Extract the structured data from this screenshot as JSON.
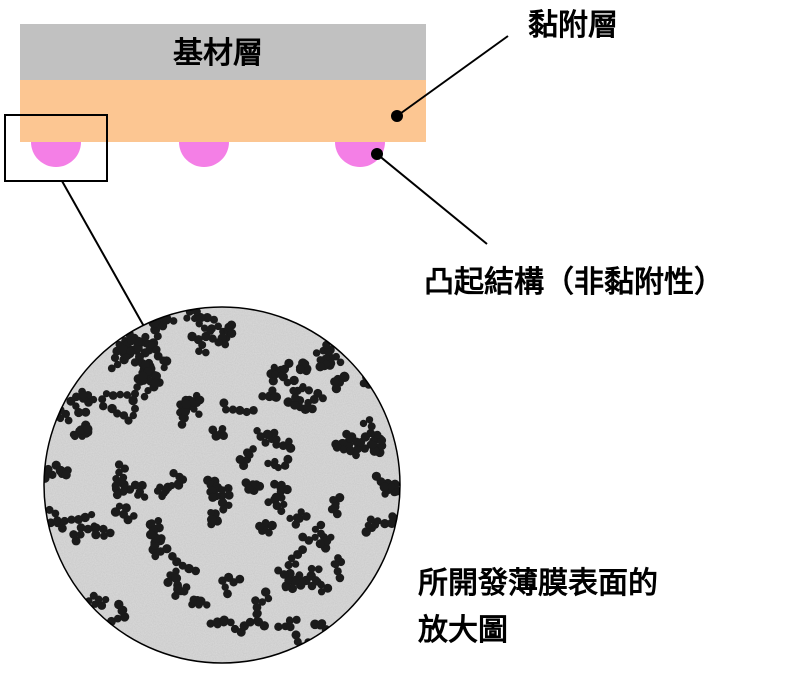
{
  "labels": {
    "substrate": "基材層",
    "adhesive": "黏附層",
    "bumps": "凸起結構（非黏附性）",
    "magnified_line1": "所開發薄膜表面的",
    "magnified_line2": "放大圖"
  },
  "colors": {
    "substrate": "#c1c1c1",
    "adhesive": "#fcc692",
    "bump": "#f47fe6",
    "micrograph_bg": "#c8c8c8",
    "dot": "#1b1b1b",
    "line": "#000000"
  },
  "micrograph": {
    "dot_count": 620,
    "seed": 7
  }
}
